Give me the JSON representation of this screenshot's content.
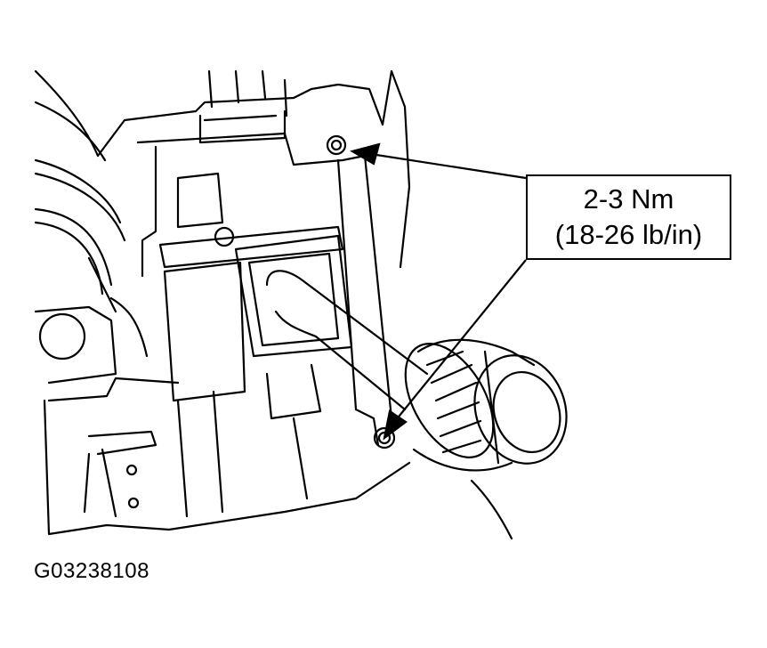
{
  "callout": {
    "torque_nm": "2-3 Nm",
    "torque_lbin": "(18-26 lb/in)"
  },
  "figure_id": "G03238108",
  "colors": {
    "line": "#000000",
    "background": "#ffffff"
  }
}
